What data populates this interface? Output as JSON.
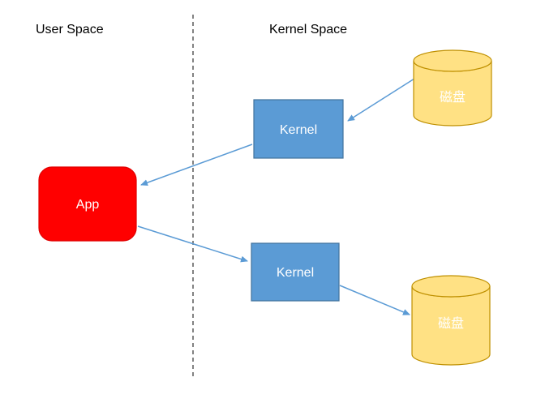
{
  "labels": {
    "user_space": "User Space",
    "kernel_space": "Kernel Space"
  },
  "nodes": {
    "app": {
      "label": "App",
      "fill": "#FF0000",
      "stroke": "#E00000"
    },
    "kernel_top": {
      "label": "Kernel",
      "fill": "#5B9BD5",
      "stroke": "#41719C"
    },
    "kernel_bottom": {
      "label": "Kernel",
      "fill": "#5B9BD5",
      "stroke": "#41719C"
    },
    "disk_top": {
      "label": "磁盘",
      "fill": "#FFE184",
      "stroke": "#BF9000"
    },
    "disk_bottom": {
      "label": "磁盘",
      "fill": "#FFE184",
      "stroke": "#BF9000"
    }
  },
  "style": {
    "background": "#FFFFFF",
    "arrow_color": "#5B9BD5",
    "divider_color": "#404040",
    "region_label_color": "#000000",
    "node_text_color": "#FFFFFF"
  }
}
